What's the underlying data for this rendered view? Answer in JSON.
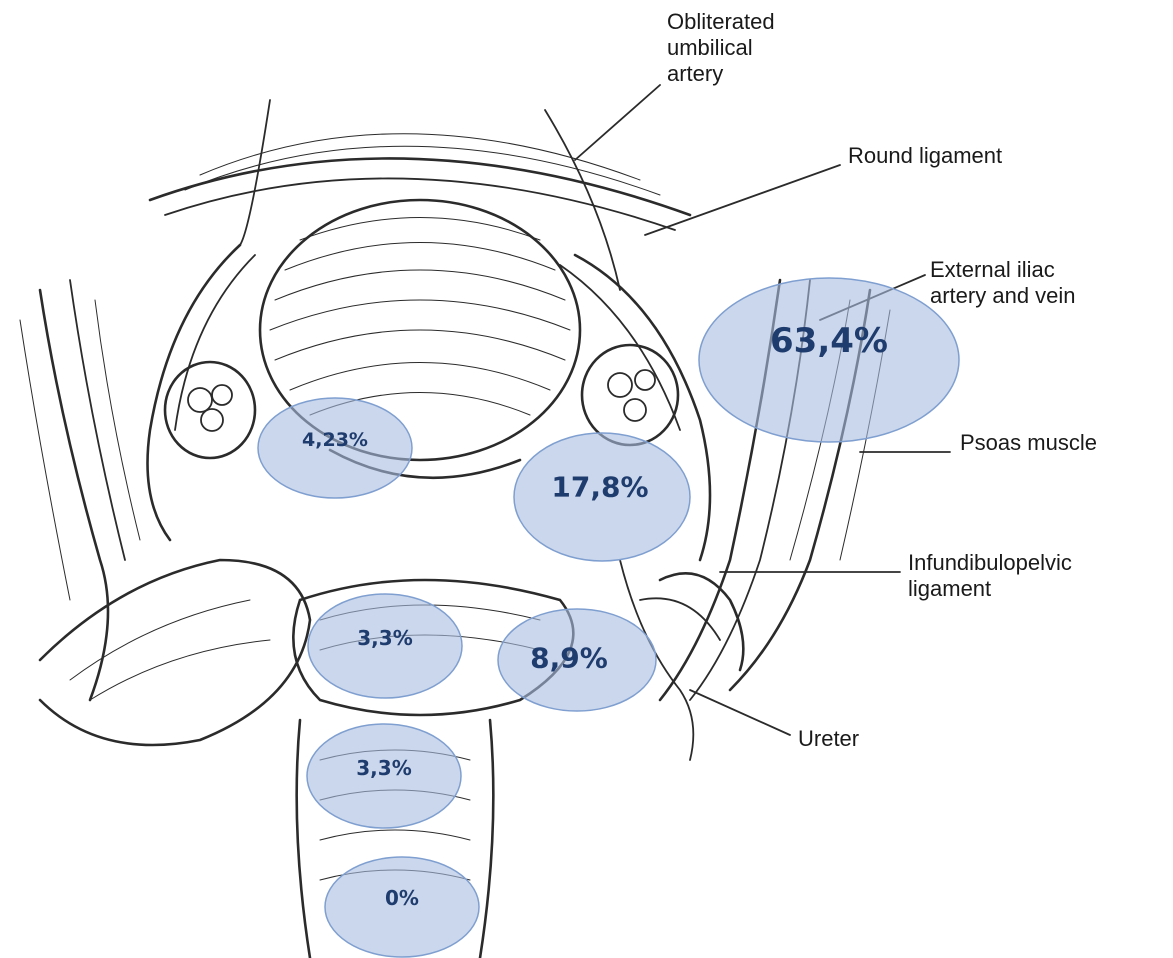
{
  "labels": {
    "umbilical_line1": "Obliterated",
    "umbilical_line2": "umbilical",
    "umbilical_line3": "artery",
    "round_ligament": "Round ligament",
    "iliac_line1": "External iliac",
    "iliac_line2": "artery and vein",
    "psoas": "Psoas muscle",
    "infundibulo_line1": "Infundibulopelvic",
    "infundibulo_line2": "ligament",
    "ureter": "Ureter"
  },
  "percentages": {
    "external_iliac": "63,4%",
    "right_uterine": "17,8%",
    "left_adnexa": "4,23%",
    "posterior_right": "8,9%",
    "posterior_left": "3,3%",
    "rectal_upper": "3,3%",
    "rectal_lower": "0%"
  },
  "colors": {
    "bubble_fill": "#a9bde0",
    "percent_text": "#1f3c6e",
    "ink": "#2b2b2b"
  }
}
